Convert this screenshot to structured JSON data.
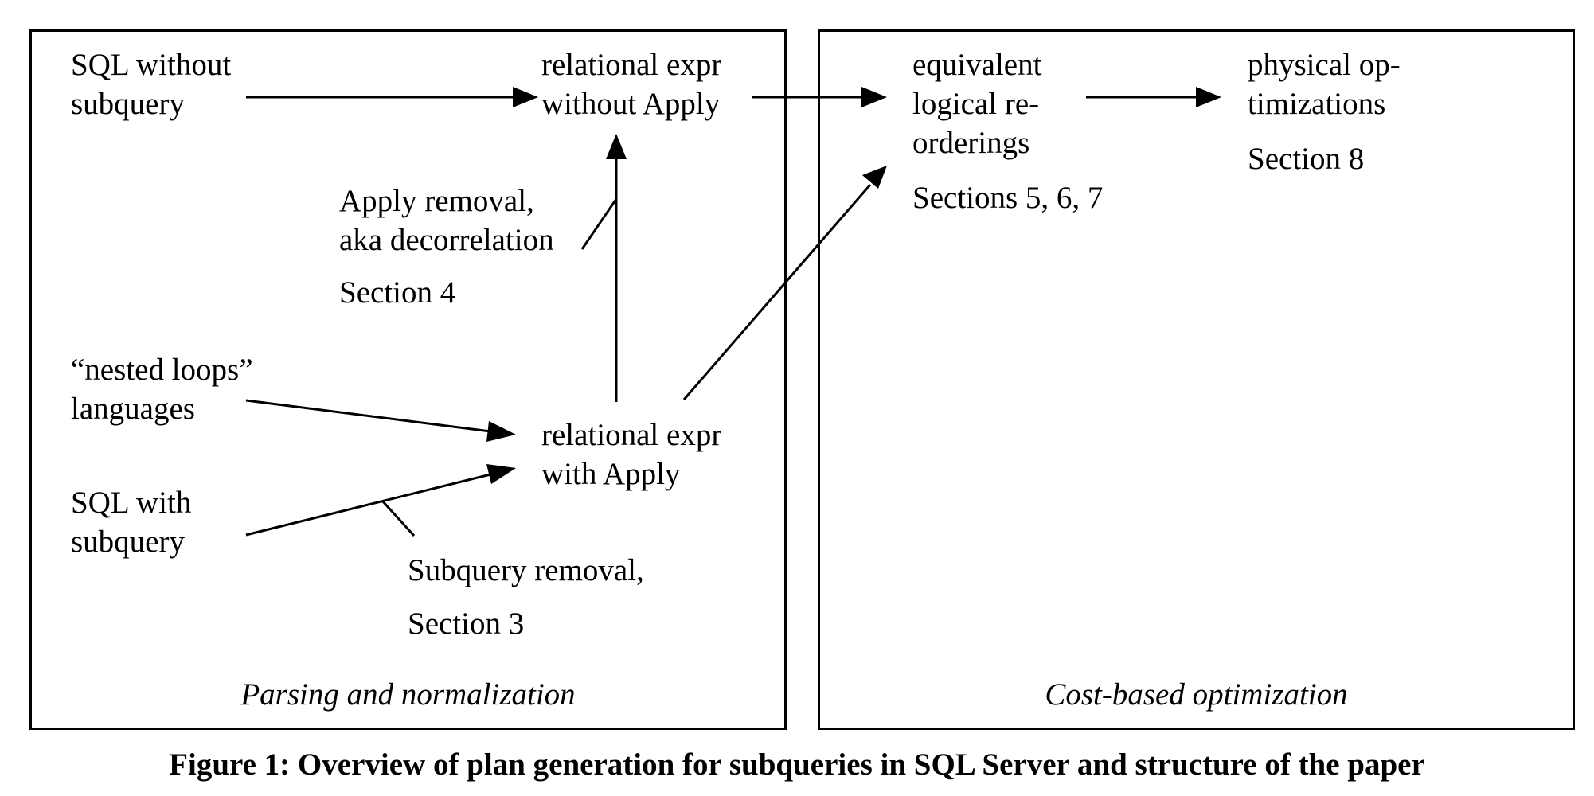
{
  "left_panel": {
    "sql_without_subquery": [
      "SQL without",
      "subquery"
    ],
    "relational_expr_without_apply": [
      "relational expr",
      "without Apply"
    ],
    "apply_removal": [
      "Apply removal,",
      "aka decorrelation"
    ],
    "apply_removal_section": "Section 4",
    "nested_loops_languages": [
      "“nested loops”",
      "languages"
    ],
    "relational_expr_with_apply": [
      "relational expr",
      "with Apply"
    ],
    "sql_with_subquery": [
      "SQL with",
      "subquery"
    ],
    "subquery_removal": "Subquery removal,",
    "subquery_removal_section": "Section 3",
    "footer": "Parsing and normalization"
  },
  "right_panel": {
    "equivalent_reorderings": [
      "equivalent",
      "logical re-",
      "orderings"
    ],
    "reorderings_sections": "Sections 5, 6, 7",
    "physical_optimizations": [
      "physical op-",
      "timizations"
    ],
    "physical_section": "Section 8",
    "footer": "Cost-based optimization"
  },
  "caption": "Figure 1: Overview of plan generation for subqueries in SQL Server and structure of the paper"
}
